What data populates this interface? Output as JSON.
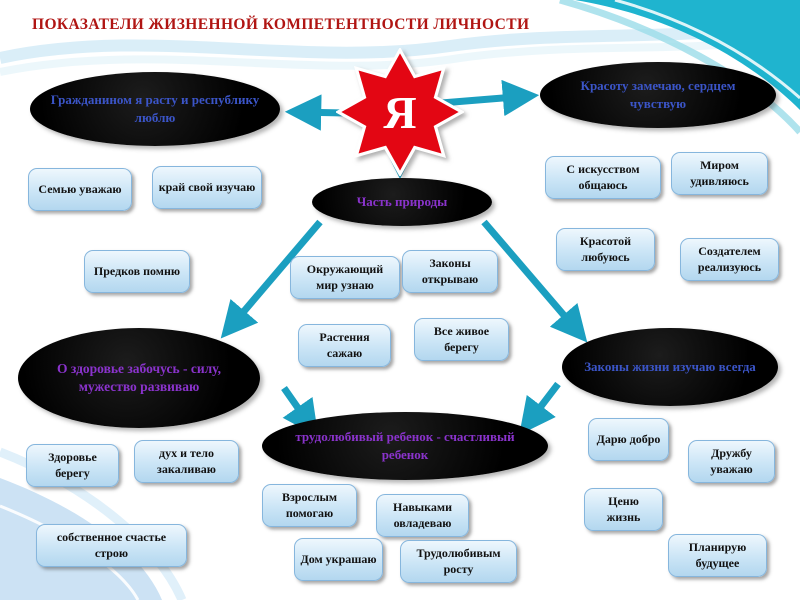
{
  "slide": {
    "title": "ПОКАЗАТЕЛИ ЖИЗНЕННОЙ КОМПЕТЕНТНОСТИ ЛИЧНОСТИ"
  },
  "center_star": {
    "label": "Я"
  },
  "nodes": {
    "citizen": {
      "text": "Гражданином я расту и  республику люблю"
    },
    "beauty": {
      "text": "Красоту замечаю, сердцем чувствую"
    },
    "nature": {
      "text": "Часть природы"
    },
    "health": {
      "text": "О здоровье забочусь - силу,  мужество развиваю"
    },
    "laws": {
      "text": "Законы жизни изучаю всегда"
    },
    "work": {
      "text": "трудолюбивый ребенок - счастливый ребенок"
    }
  },
  "clusters": {
    "citizen": {
      "boxes": [
        "Семью уважаю",
        "край свой изучаю",
        "Предков помню"
      ]
    },
    "beauty": {
      "boxes": [
        "С искусством общаюсь",
        "Миром удивляюсь",
        "Красотой любуюсь",
        "Создателем реализуюсь"
      ]
    },
    "nature": {
      "boxes": [
        "Окружающий мир узнаю",
        "Законы открываю",
        "Растения сажаю",
        "Все живое берегу"
      ]
    },
    "health": {
      "boxes": [
        "Здоровье берегу",
        "дух и тело закаливаю",
        "собственное счастье строю"
      ]
    },
    "laws": {
      "boxes": [
        "Дарю добро",
        "Дружбу уважаю",
        "Ценю жизнь",
        "Планирую будущее"
      ]
    },
    "work": {
      "boxes": [
        "Взрослым помогаю",
        "Навыками овладеваю",
        "Дом украшаю",
        "Трудолюбивым росту"
      ]
    }
  },
  "palette": {
    "title_color": "#b01513",
    "star_red": "#e30613",
    "ellipse_fill": "#000000",
    "node_text_blue": "#3b55c8",
    "node_text_purple": "#8a33cc",
    "box_fill": "#cbe5f6",
    "arrow_teal": "#1b9fc0"
  }
}
